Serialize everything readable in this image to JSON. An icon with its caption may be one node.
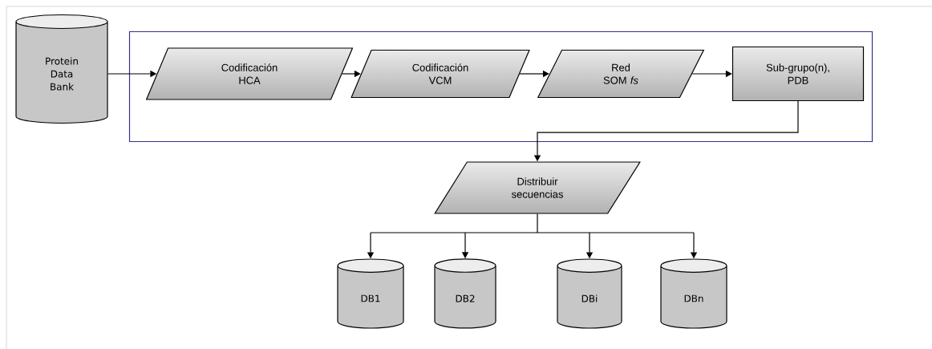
{
  "diagram": {
    "nodes": [
      {
        "text": [],
        "shape": "box"
      },
      {
        "text": [
          "Protein Data Bank"
        ]
      },
      {
        "text": [
          "Codificación HCA"
        ],
        "in": 0
      },
      {
        "text": [
          "Codificación VCM"
        ],
        "in": 0
      },
      {
        "text": [
          "Red SOM *fs*"
        ],
        "in": 0
      },
      {
        "text": [
          "Sub-grupo(n), PDB"
        ],
        "in": 0
      },
      {
        "text": [
          "Distribuir secuencias"
        ]
      },
      {
        "text": [
          "DB1"
        ]
      },
      {
        "text": [
          "DB2"
        ]
      },
      {
        "text": [
          "DBi"
        ]
      },
      {
        "text": [
          "DBn"
        ]
      }
    ],
    "edges": [
      {
        "from": 1,
        "to": 2,
        "arrow": "to"
      },
      {
        "from": 2,
        "to": 3,
        "arrow": "to"
      },
      {
        "from": 3,
        "to": 4,
        "arrow": "to"
      },
      {
        "from": 4,
        "to": 5,
        "arrow": "to"
      },
      {
        "from": 5,
        "to": 6,
        "arrow": "to"
      },
      {
        "from": 6,
        "to": 7,
        "arrow": "to"
      },
      {
        "from": 6,
        "to": 8,
        "arrow": "to"
      },
      {
        "from": 6,
        "to": 9,
        "arrow": "to"
      },
      {
        "from": 6,
        "to": 10,
        "arrow": "to"
      }
    ]
  }
}
